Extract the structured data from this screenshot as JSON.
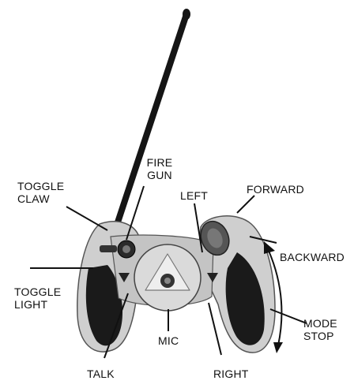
{
  "colors": {
    "ink": "#111111",
    "body_light": "#d6d6d6",
    "body_mid": "#a9a9a9",
    "grip_dark": "#1a1a1a",
    "antenna": "#151515"
  },
  "labels": {
    "fire_gun": [
      "FIRE",
      "GUN"
    ],
    "toggle_claw": [
      "TOGGLE",
      "CLAW"
    ],
    "left": "LEFT",
    "forward": "FORWARD",
    "backward": "BACKWARD",
    "toggle_light": [
      "TOGGLE",
      "LIGHT"
    ],
    "mode_stop": [
      "MODE",
      "STOP"
    ],
    "mic": "MIC",
    "talk": "TALK",
    "right": "RIGHT"
  }
}
